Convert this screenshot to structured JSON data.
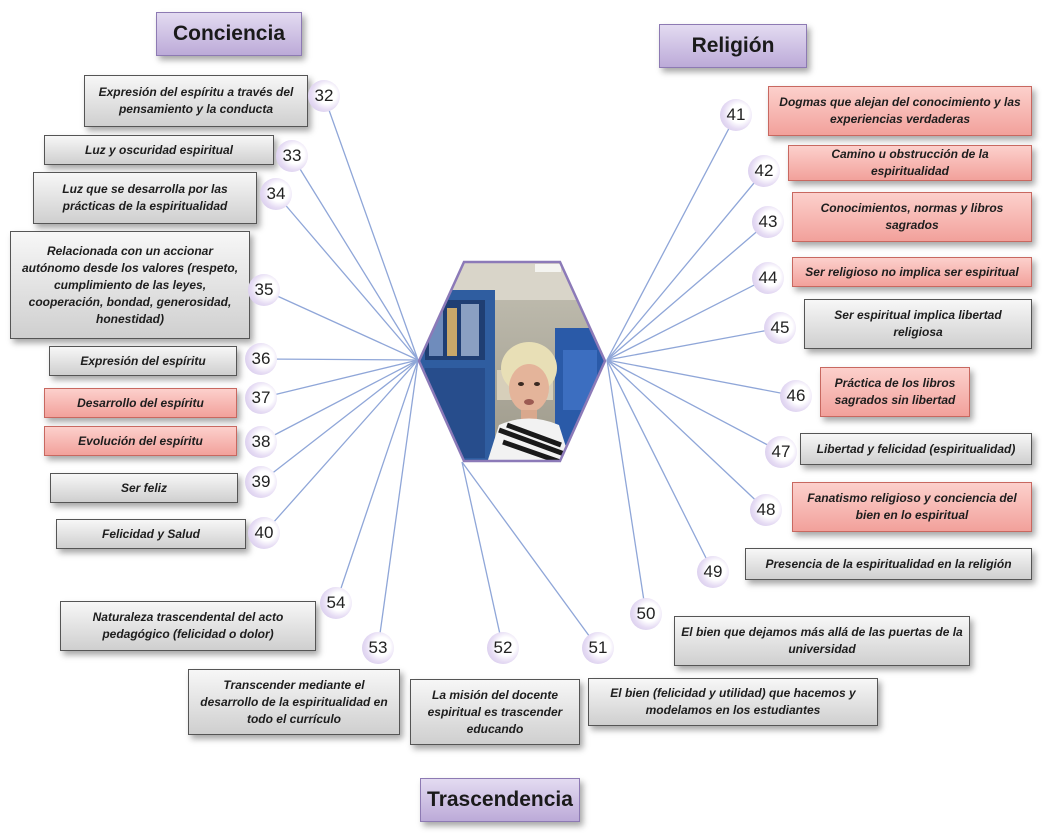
{
  "categories": {
    "conciencia": "Conciencia",
    "religion": "Religión",
    "trascendencia": "Trascendencia"
  },
  "nodes": [
    {
      "num": "32",
      "text": "Expresión del espíritu a través del pensamiento y la conducta",
      "color": "gray"
    },
    {
      "num": "33",
      "text": "Luz y oscuridad espiritual",
      "color": "gray"
    },
    {
      "num": "34",
      "text": "Luz que se desarrolla por las prácticas de la espiritualidad",
      "color": "gray"
    },
    {
      "num": "35",
      "text": "Relacionada con un accionar autónomo desde los valores (respeto, cumplimiento de las leyes, cooperación, bondad, generosidad, honestidad)",
      "color": "gray"
    },
    {
      "num": "36",
      "text": "Expresión del espíritu",
      "color": "gray"
    },
    {
      "num": "37",
      "text": "Desarrollo del espíritu",
      "color": "pink"
    },
    {
      "num": "38",
      "text": "Evolución del espíritu",
      "color": "pink"
    },
    {
      "num": "39",
      "text": "Ser feliz",
      "color": "gray"
    },
    {
      "num": "40",
      "text": "Felicidad y Salud",
      "color": "gray"
    },
    {
      "num": "41",
      "text": "Dogmas que alejan del conocimiento y las experiencias verdaderas",
      "color": "pink"
    },
    {
      "num": "42",
      "text": "Camino u obstrucción de la espiritualidad",
      "color": "pink"
    },
    {
      "num": "43",
      "text": "Conocimientos, normas y libros sagrados",
      "color": "pink"
    },
    {
      "num": "44",
      "text": "Ser religioso no implica ser espiritual",
      "color": "pink"
    },
    {
      "num": "45",
      "text": "Ser espiritual implica libertad religiosa",
      "color": "gray"
    },
    {
      "num": "46",
      "text": "Práctica de los libros sagrados sin libertad",
      "color": "pink"
    },
    {
      "num": "47",
      "text": "Libertad y felicidad (espiritualidad)",
      "color": "gray"
    },
    {
      "num": "48",
      "text": "Fanatismo religioso y conciencia del bien en lo espiritual",
      "color": "pink"
    },
    {
      "num": "49",
      "text": "Presencia de la espiritualidad en la religión",
      "color": "gray"
    },
    {
      "num": "50",
      "text": "El bien que dejamos más allá de las puertas de la universidad",
      "color": "gray"
    },
    {
      "num": "51",
      "text": "El bien (felicidad y utilidad) que hacemos y modelamos en los estudiantes",
      "color": "gray"
    },
    {
      "num": "52",
      "text": "La misión del docente espiritual es trascender educando",
      "color": "gray"
    },
    {
      "num": "53",
      "text": "Transcender mediante el desarrollo de la espiritualidad en todo el currículo",
      "color": "gray"
    },
    {
      "num": "54",
      "text": "Naturaleza trascendental del acto pedagógico (felicidad o dolor)",
      "color": "gray"
    }
  ],
  "colors": {
    "pink": "#f6b3ad",
    "gray": "#e2e2e2",
    "category": "#cbbde6",
    "line": "#8fa6d8"
  }
}
